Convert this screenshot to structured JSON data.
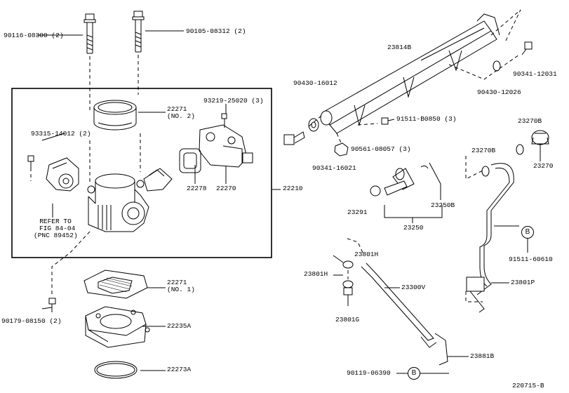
{
  "diagram_id": "220715-B",
  "callout_letter": "B",
  "labels": {
    "p90116": "90116-08300 (2)",
    "p90105": "90105-08312 (2)",
    "p22271_2a": "22271",
    "p22271_2b": "(NO. 2)",
    "p93219": "93219-25020 (3)",
    "p93315": "93315-14012 (2)",
    "p22278": "22278",
    "p22270": "22270",
    "p22210": "22210",
    "refer1": "REFER TO",
    "refer2": "FIG 84-04",
    "refer3": "(PNC 89452)",
    "p22271_1a": "22271",
    "p22271_1b": "(NO. 1)",
    "p90179": "90179-08150 (2)",
    "p22235A": "22235A",
    "p22273A": "22273A",
    "p23814B": "23814B",
    "p90430_16012": "90430-16012",
    "p90341_12031": "90341-12031",
    "p90430_12026": "90430-12026",
    "p91511_b0850": "91511-B0850 (3)",
    "p90561": "90561-08057 (3)",
    "p90341_16021": "90341-16021",
    "p23270B_a": "23270B",
    "p23270B_b": "23270B",
    "p23270": "23270",
    "p23291": "23291",
    "p23250B": "23250B",
    "p23250": "23250",
    "p91511_60610": "91511-60610",
    "p23801H_a": "23801H",
    "p23801H_b": "23801H",
    "p23300V": "23300V",
    "p23801G": "23801G",
    "p23801P": "23801P",
    "p23881B": "23881B",
    "p90119": "90119-06390"
  }
}
